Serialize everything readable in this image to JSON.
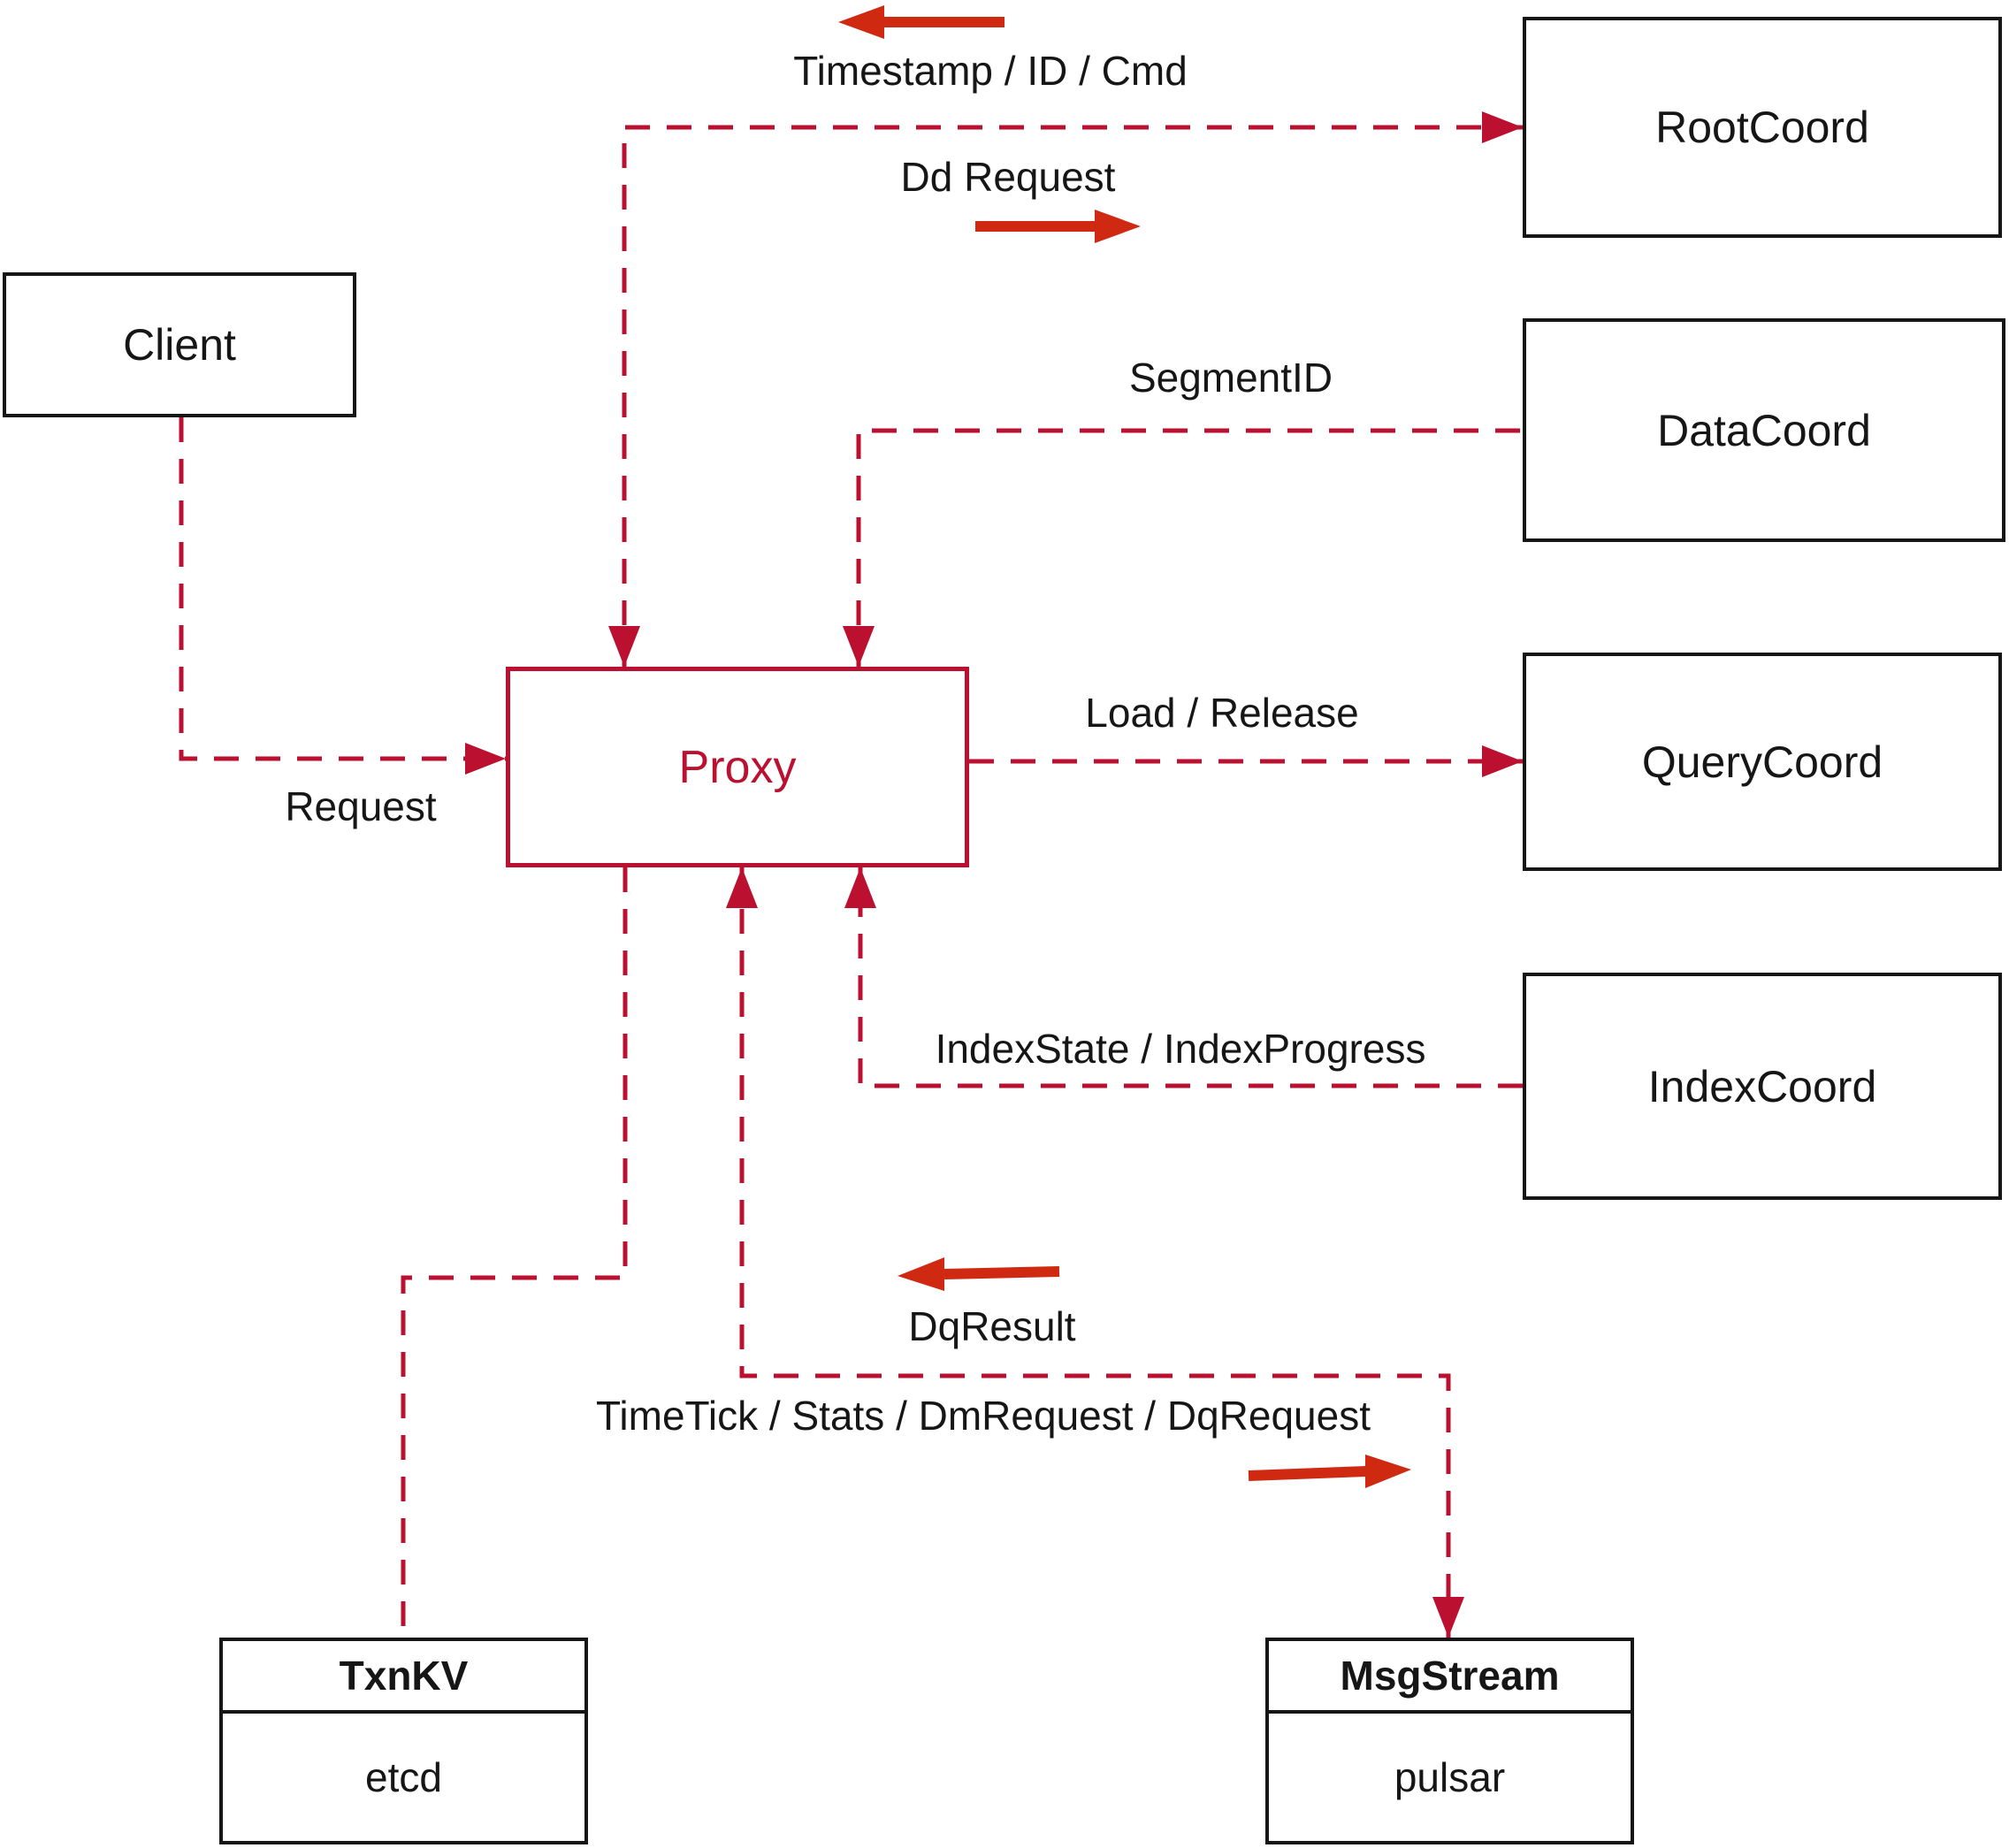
{
  "diagram": {
    "nodes": {
      "client": {
        "label": "Client"
      },
      "proxy": {
        "label": "Proxy"
      },
      "root_coord": {
        "label": "RootCoord"
      },
      "data_coord": {
        "label": "DataCoord"
      },
      "query_coord": {
        "label": "QueryCoord"
      },
      "index_coord": {
        "label": "IndexCoord"
      },
      "txn_kv": {
        "title": "TxnKV",
        "impl": "etcd"
      },
      "msg_stream": {
        "title": "MsgStream",
        "impl": "pulsar"
      }
    },
    "edges": {
      "client_to_proxy": {
        "label": "Request"
      },
      "proxy_rootcoord": {
        "label_return": "Timestamp / ID / Cmd",
        "label_send": "Dd Request"
      },
      "proxy_datacoord": {
        "label": "SegmentID"
      },
      "proxy_querycoord": {
        "label": "Load / Release"
      },
      "proxy_indexcoord": {
        "label": "IndexState / IndexProgress"
      },
      "proxy_msgstream": {
        "label_return": "DqResult",
        "label_send": "TimeTick / Stats / DmRequest / DqRequest"
      }
    },
    "colors": {
      "line-red": "#bb1030",
      "arrow-red": "#cf2912",
      "ink": "#161616",
      "background": "#ffffff"
    }
  }
}
